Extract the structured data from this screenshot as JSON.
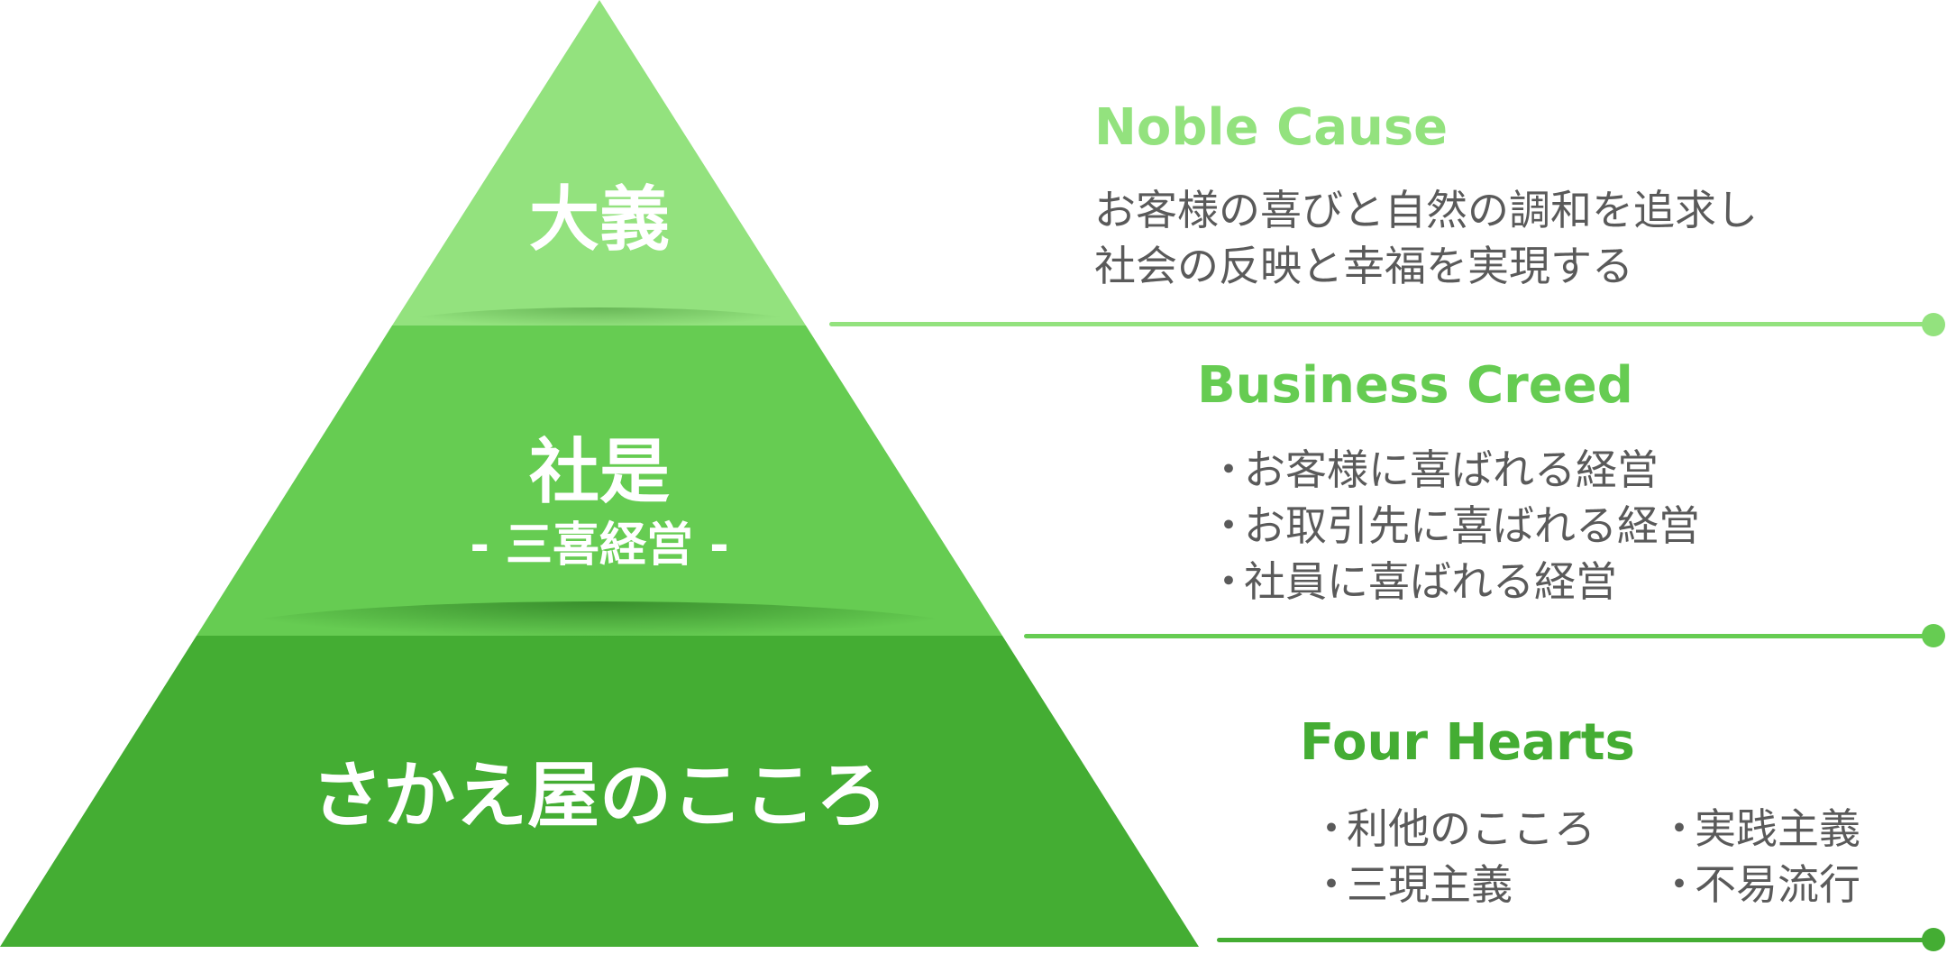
{
  "colors": {
    "tier1": "#93e27e",
    "tier2": "#66cc52",
    "tier3": "#44ad33",
    "tier1_shadow": "#5aa84a",
    "tier2_shadow": "#2c7e22",
    "heading1": "#93e27e",
    "heading2": "#66cc52",
    "heading3": "#44ad33",
    "body_text": "#5a5a5a"
  },
  "pyramid": {
    "tier1": {
      "label": "大義"
    },
    "tier2": {
      "label": "社是",
      "sublabel": "- 三喜経営 -"
    },
    "tier3": {
      "label": "さかえ屋のこころ"
    }
  },
  "sections": {
    "noble_cause": {
      "heading": "Noble Cause",
      "lines": [
        "お客様の喜びと自然の調和を追求し",
        "社会の反映と幸福を実現する"
      ]
    },
    "business_creed": {
      "heading": "Business Creed",
      "bullet": "・",
      "items": [
        "お客様に喜ばれる経営",
        "お取引先に喜ばれる経営",
        "社員に喜ばれる経営"
      ]
    },
    "four_hearts": {
      "heading": "Four Hearts",
      "bullet": "・",
      "items": [
        "利他のこころ",
        "実践主義",
        "三現主義",
        "不易流行"
      ]
    }
  }
}
